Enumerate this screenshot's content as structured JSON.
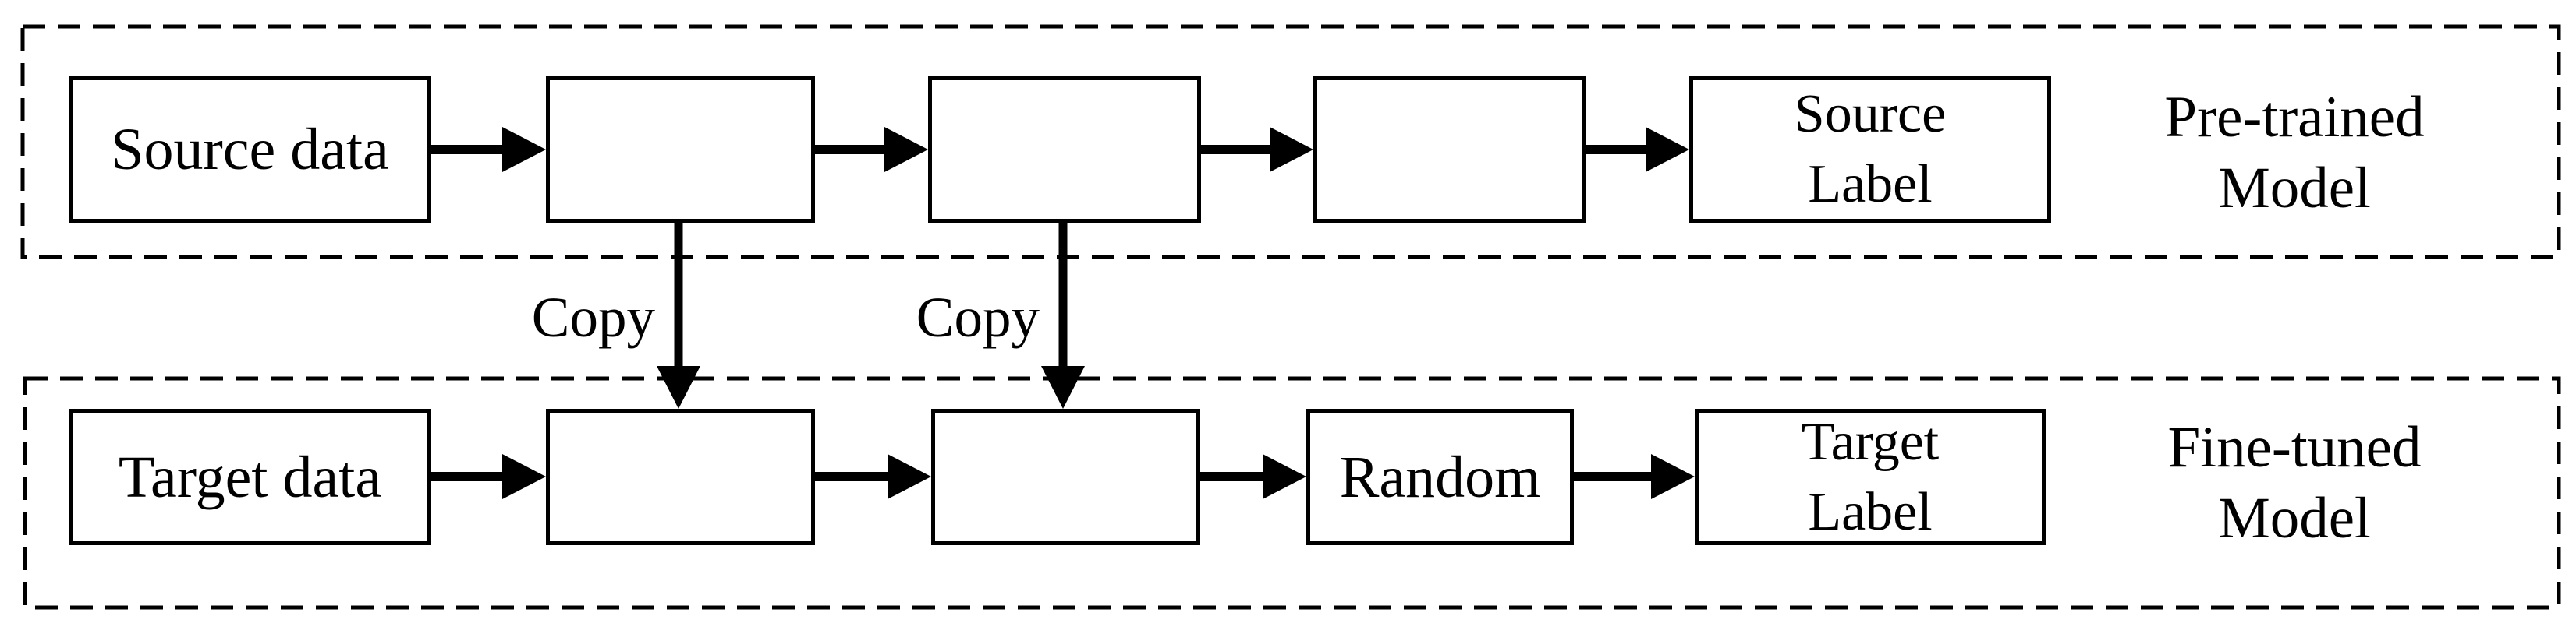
{
  "colors": {
    "stroke": "#000000",
    "background": "#ffffff"
  },
  "pretrained": {
    "caption_line1": "Pre-trained",
    "caption_line2": "Model",
    "boxes": [
      {
        "label": "Source data"
      },
      {
        "label": ""
      },
      {
        "label": ""
      },
      {
        "label": ""
      },
      {
        "line1": "Source",
        "line2": "Label"
      }
    ]
  },
  "finetuned": {
    "caption_line1": "Fine-tuned",
    "caption_line2": "Model",
    "boxes": [
      {
        "label": "Target data"
      },
      {
        "label": ""
      },
      {
        "label": ""
      },
      {
        "label": "Random"
      },
      {
        "line1": "Target",
        "line2": "Label"
      }
    ]
  },
  "copy_arrows": {
    "label1": "Copy",
    "label2": "Copy"
  }
}
